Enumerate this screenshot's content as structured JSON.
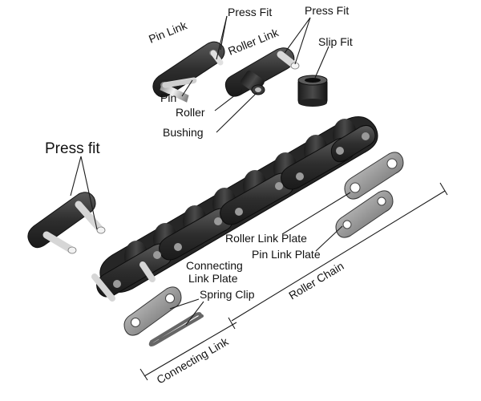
{
  "labels": {
    "press_fit_large": "Press fit",
    "pin_link": "Pin Link",
    "press_fit_pin": "Press Fit",
    "press_fit_roller": "Press Fit",
    "roller_link": "Roller Link",
    "slip_fit": "Slip Fit",
    "pin": "Pin",
    "roller": "Roller",
    "bushing": "Bushing",
    "roller_link_plate": "Roller Link Plate",
    "pin_link_plate": "Pin Link Plate",
    "connecting_link_plate_1": "Connecting",
    "connecting_link_plate_2": "Link Plate",
    "spring_clip": "Spring Clip",
    "roller_chain": "Roller Chain",
    "connecting_link": "Connecting Link"
  }
}
